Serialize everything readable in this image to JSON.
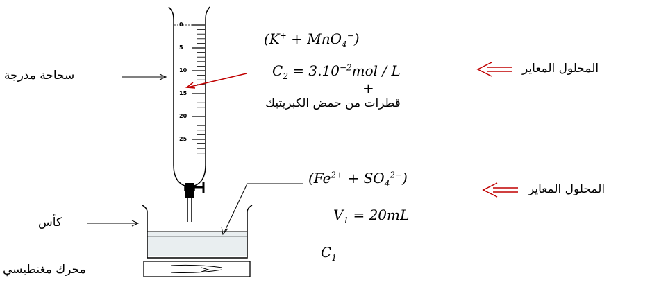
{
  "burette": {
    "label": "سحاحة مدرجة",
    "ticks": [
      "0",
      "5",
      "10",
      "15",
      "20",
      "25"
    ]
  },
  "beaker_label": "كأس",
  "stirrer_label": "محرك مغنطيسي",
  "titrant": {
    "label": "المحلول المعاير",
    "formula_open": "(K",
    "formula_sup1": "+",
    "formula_mid": " + MnO",
    "formula_sub": "4",
    "formula_sup2": "−",
    "formula_close": ")",
    "conc_sym": "C",
    "conc_sub": "2",
    "conc_eq": " = 3.10",
    "conc_exp": "−2",
    "conc_unit": "mol / L",
    "plus": "+",
    "acid_note": "قطرات من حمض الكبريتيك"
  },
  "titrated": {
    "label": "المحلول المعاير",
    "formula_open": "(Fe",
    "formula_sup1": "2+",
    "formula_mid": " + SO",
    "formula_sub": "4",
    "formula_sup2": "2−",
    "formula_close": ")",
    "vol_sym": "V",
    "vol_sub": "1",
    "vol_eq": " = 20mL",
    "conc_sym": "C",
    "conc_sub": "1"
  },
  "colors": {
    "line": "#000000",
    "arrow_red": "#c00000",
    "liquid": "#e9eef0"
  }
}
